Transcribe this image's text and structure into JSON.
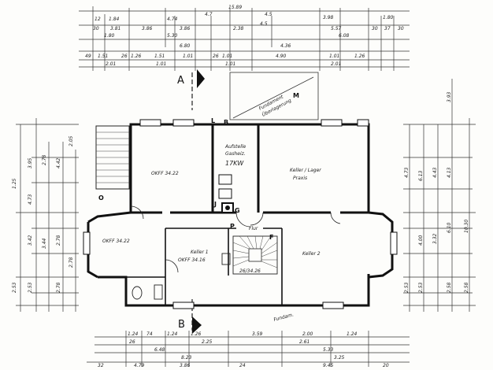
{
  "top_dims": {
    "row1": [
      "12",
      "1.84",
      "4.74",
      "4.7",
      "4.5",
      "3.98",
      "1.80"
    ],
    "row1_total": "15.89",
    "row2": [
      "30",
      "3.81",
      "3.86",
      "3.86",
      "2.38",
      "4.5",
      "5.57",
      "30",
      "37",
      "30"
    ],
    "row3": [
      "1.80",
      "5.30",
      "6.08"
    ],
    "row4": [
      "6.80",
      "4.36"
    ],
    "row5": [
      "49",
      "1.51",
      "26",
      "1.26",
      "1.51",
      "1.01",
      "26",
      "1.01",
      "4.90",
      "1.01",
      "1.26"
    ],
    "row6": [
      "2.01",
      "1.01",
      "1.01",
      "2.01"
    ]
  },
  "bottom_dims": {
    "row1": [
      "1.24",
      "74",
      "1.24",
      "1.26",
      "3.59",
      "2.00",
      "1.24"
    ],
    "row2": [
      "26",
      "2.25",
      "2.61"
    ],
    "row3": [
      "6.48",
      "5.33"
    ],
    "row4": [
      "8.23",
      "3.25"
    ],
    "row5": [
      "32",
      "4.79",
      "3.86",
      "24",
      "9.45",
      "20"
    ]
  },
  "left_dims": [
    "1.25",
    "3.95",
    "4.73",
    "2.78",
    "4.42",
    "2.05",
    "3.44",
    "2.78",
    "3.42",
    "2.53",
    "2.53",
    "2.78",
    "2.78"
  ],
  "right_dims": [
    "3.93",
    "4.73",
    "6.13",
    "4.43",
    "4.13",
    "10.30",
    "6.10",
    "3.32",
    "4.00",
    "2.53",
    "2.53",
    "2.58",
    "2.58"
  ],
  "section_marks": {
    "a": "A",
    "b": "B"
  },
  "rooms": {
    "oil_label": "OKFF 34.22",
    "anlage_title": "Aufstelle",
    "anlage_sub": "Gasheiz.",
    "anlage_power": "17KW",
    "keller_lager": "Keller / Lager",
    "praxis": "Praxis",
    "okff_left": "OKFF 34.22",
    "keller1": "Keller 1",
    "okff_keller1": "OKFF 34.16",
    "flur": "Flur",
    "keller2": "Keller 2",
    "stair_label": "26/34.26",
    "fundament": "Fundament",
    "ueberlagerung": "Überlagerung",
    "fundament_bottom": "Fundam.",
    "letter_M": "M",
    "letter_L": "L",
    "letter_B": "B",
    "letter_P": "P",
    "letter_F": "F",
    "letter_G": "G",
    "letter_J": "J",
    "letter_O": "O"
  }
}
